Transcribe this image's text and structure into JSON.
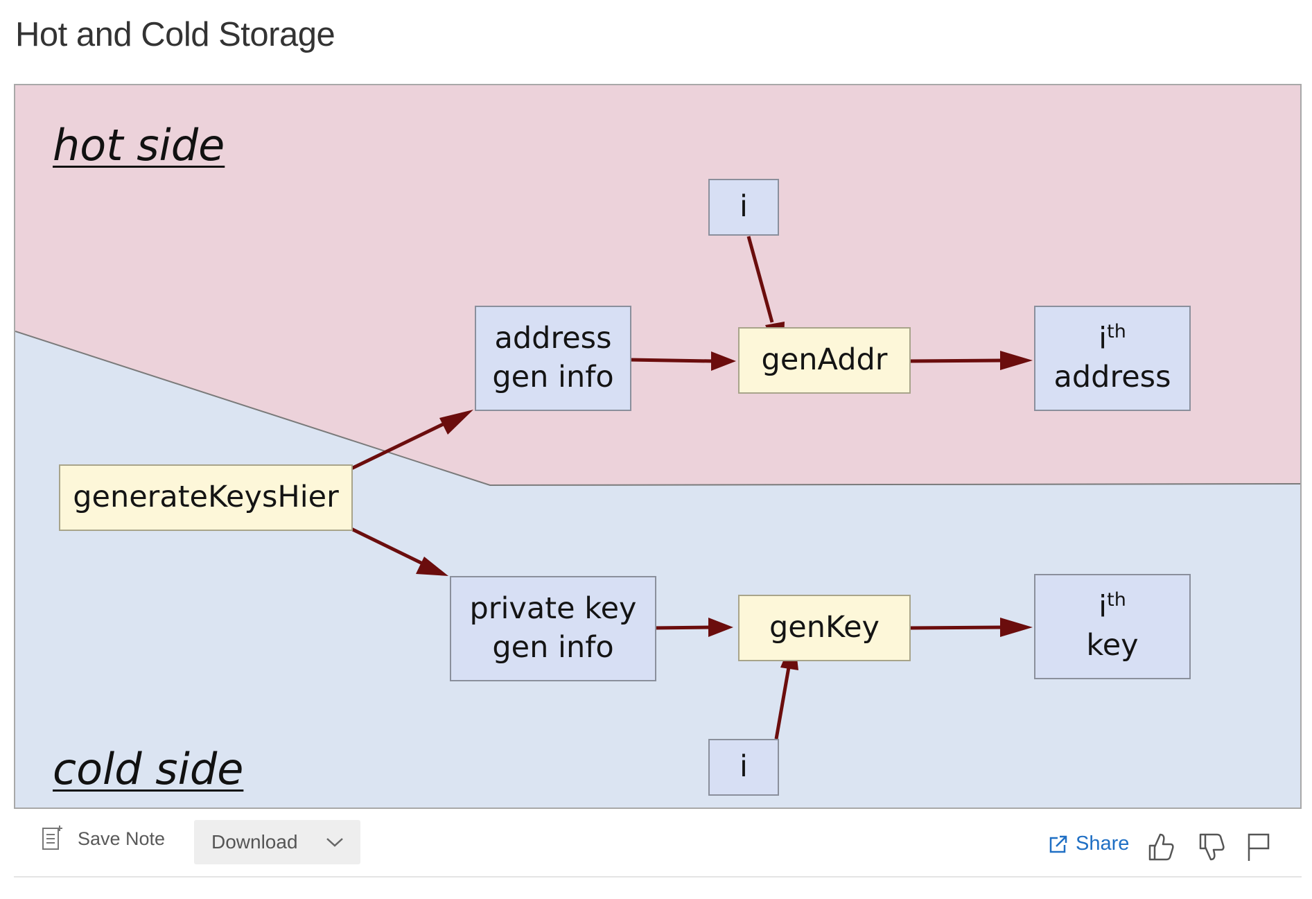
{
  "page": {
    "title": "Hot and Cold Storage"
  },
  "diagram": {
    "hot_label": "hot side",
    "cold_label": "cold side",
    "colors": {
      "hot": "#ecd2da",
      "cold": "#dbe4f2",
      "arrow": "#6b0d0d"
    },
    "nodes": {
      "i_top": "i",
      "addr_info_1": "address",
      "addr_info_2": "gen info",
      "gen_addr": "genAddr",
      "ith_addr_base": "i",
      "ith_addr_sup": "th",
      "ith_addr_word": "address",
      "gen_hier": "generateKeysHier",
      "priv_info_1": "private key",
      "priv_info_2": "gen info",
      "gen_key": "genKey",
      "ith_key_base": "i",
      "ith_key_sup": "th",
      "ith_key_word": "key",
      "i_bottom": "i"
    }
  },
  "toolbar": {
    "save_note": "Save Note",
    "download": "Download",
    "share": "Share",
    "icons": [
      "note-icon",
      "chevron-down-icon",
      "share-icon",
      "thumbs-up-icon",
      "thumbs-down-icon",
      "flag-icon"
    ]
  }
}
